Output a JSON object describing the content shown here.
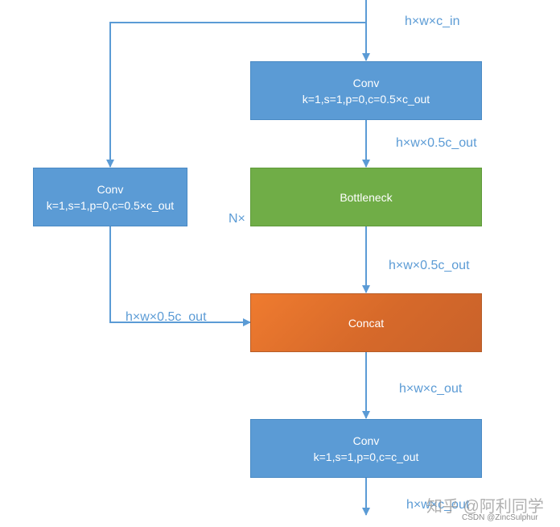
{
  "boxes": {
    "conv_top": {
      "title": "Conv",
      "params": "k=1,s=1,p=0,c=0.5×c_out"
    },
    "conv_left": {
      "title": "Conv",
      "params": "k=1,s=1,p=0,c=0.5×c_out"
    },
    "bottleneck": {
      "title": "Bottleneck",
      "repeat": "N×"
    },
    "concat": {
      "title": "Concat"
    },
    "conv_bottom": {
      "title": "Conv",
      "params": "k=1,s=1,p=0,c=c_out"
    }
  },
  "labels": {
    "input": "h×w×c_in",
    "after_conv_top": "h×w×0.5c_out",
    "after_bottleneck": "h×w×0.5c_out",
    "left_branch": "h×w×0.5c_out",
    "after_concat": "h×w×c_out",
    "output": "h×w×c_out"
  },
  "watermark": {
    "main": "知乎 @阿利同学",
    "sub": "CSDN @ZincSulphur"
  },
  "colors": {
    "conv": "#5b9bd5",
    "bottleneck": "#70ad47",
    "concat": "#ed7d31",
    "line": "#5b9bd5",
    "label": "#5b9bd5"
  }
}
